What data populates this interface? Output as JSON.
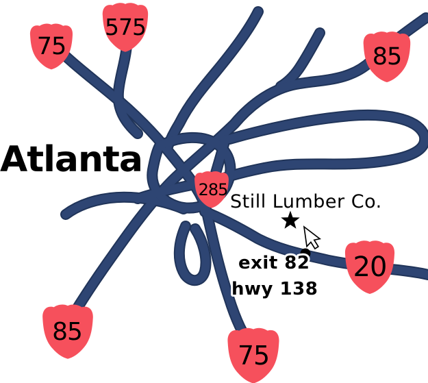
{
  "map": {
    "city_label": "Atlanta",
    "destination": {
      "name": "Still Lumber Co."
    },
    "directions": {
      "exit_label": "exit 82",
      "highway_label": "hwy 138"
    },
    "shields": [
      {
        "number": "75",
        "position": "northwest"
      },
      {
        "number": "575",
        "position": "north"
      },
      {
        "number": "85",
        "position": "northeast"
      },
      {
        "number": "285",
        "position": "center"
      },
      {
        "number": "20",
        "position": "east"
      },
      {
        "number": "85",
        "position": "southwest"
      },
      {
        "number": "75",
        "position": "south"
      }
    ],
    "markers": {
      "star": "destination-star",
      "dot": "exit-82-dot",
      "cursor": "pointer-cursor"
    },
    "colors": {
      "background": "#ffffff",
      "road": "#2e4573",
      "road_outline": "#203459",
      "shield_red": "#f6505c",
      "label_text": "#000000",
      "label_halo": "#ffffff"
    }
  }
}
